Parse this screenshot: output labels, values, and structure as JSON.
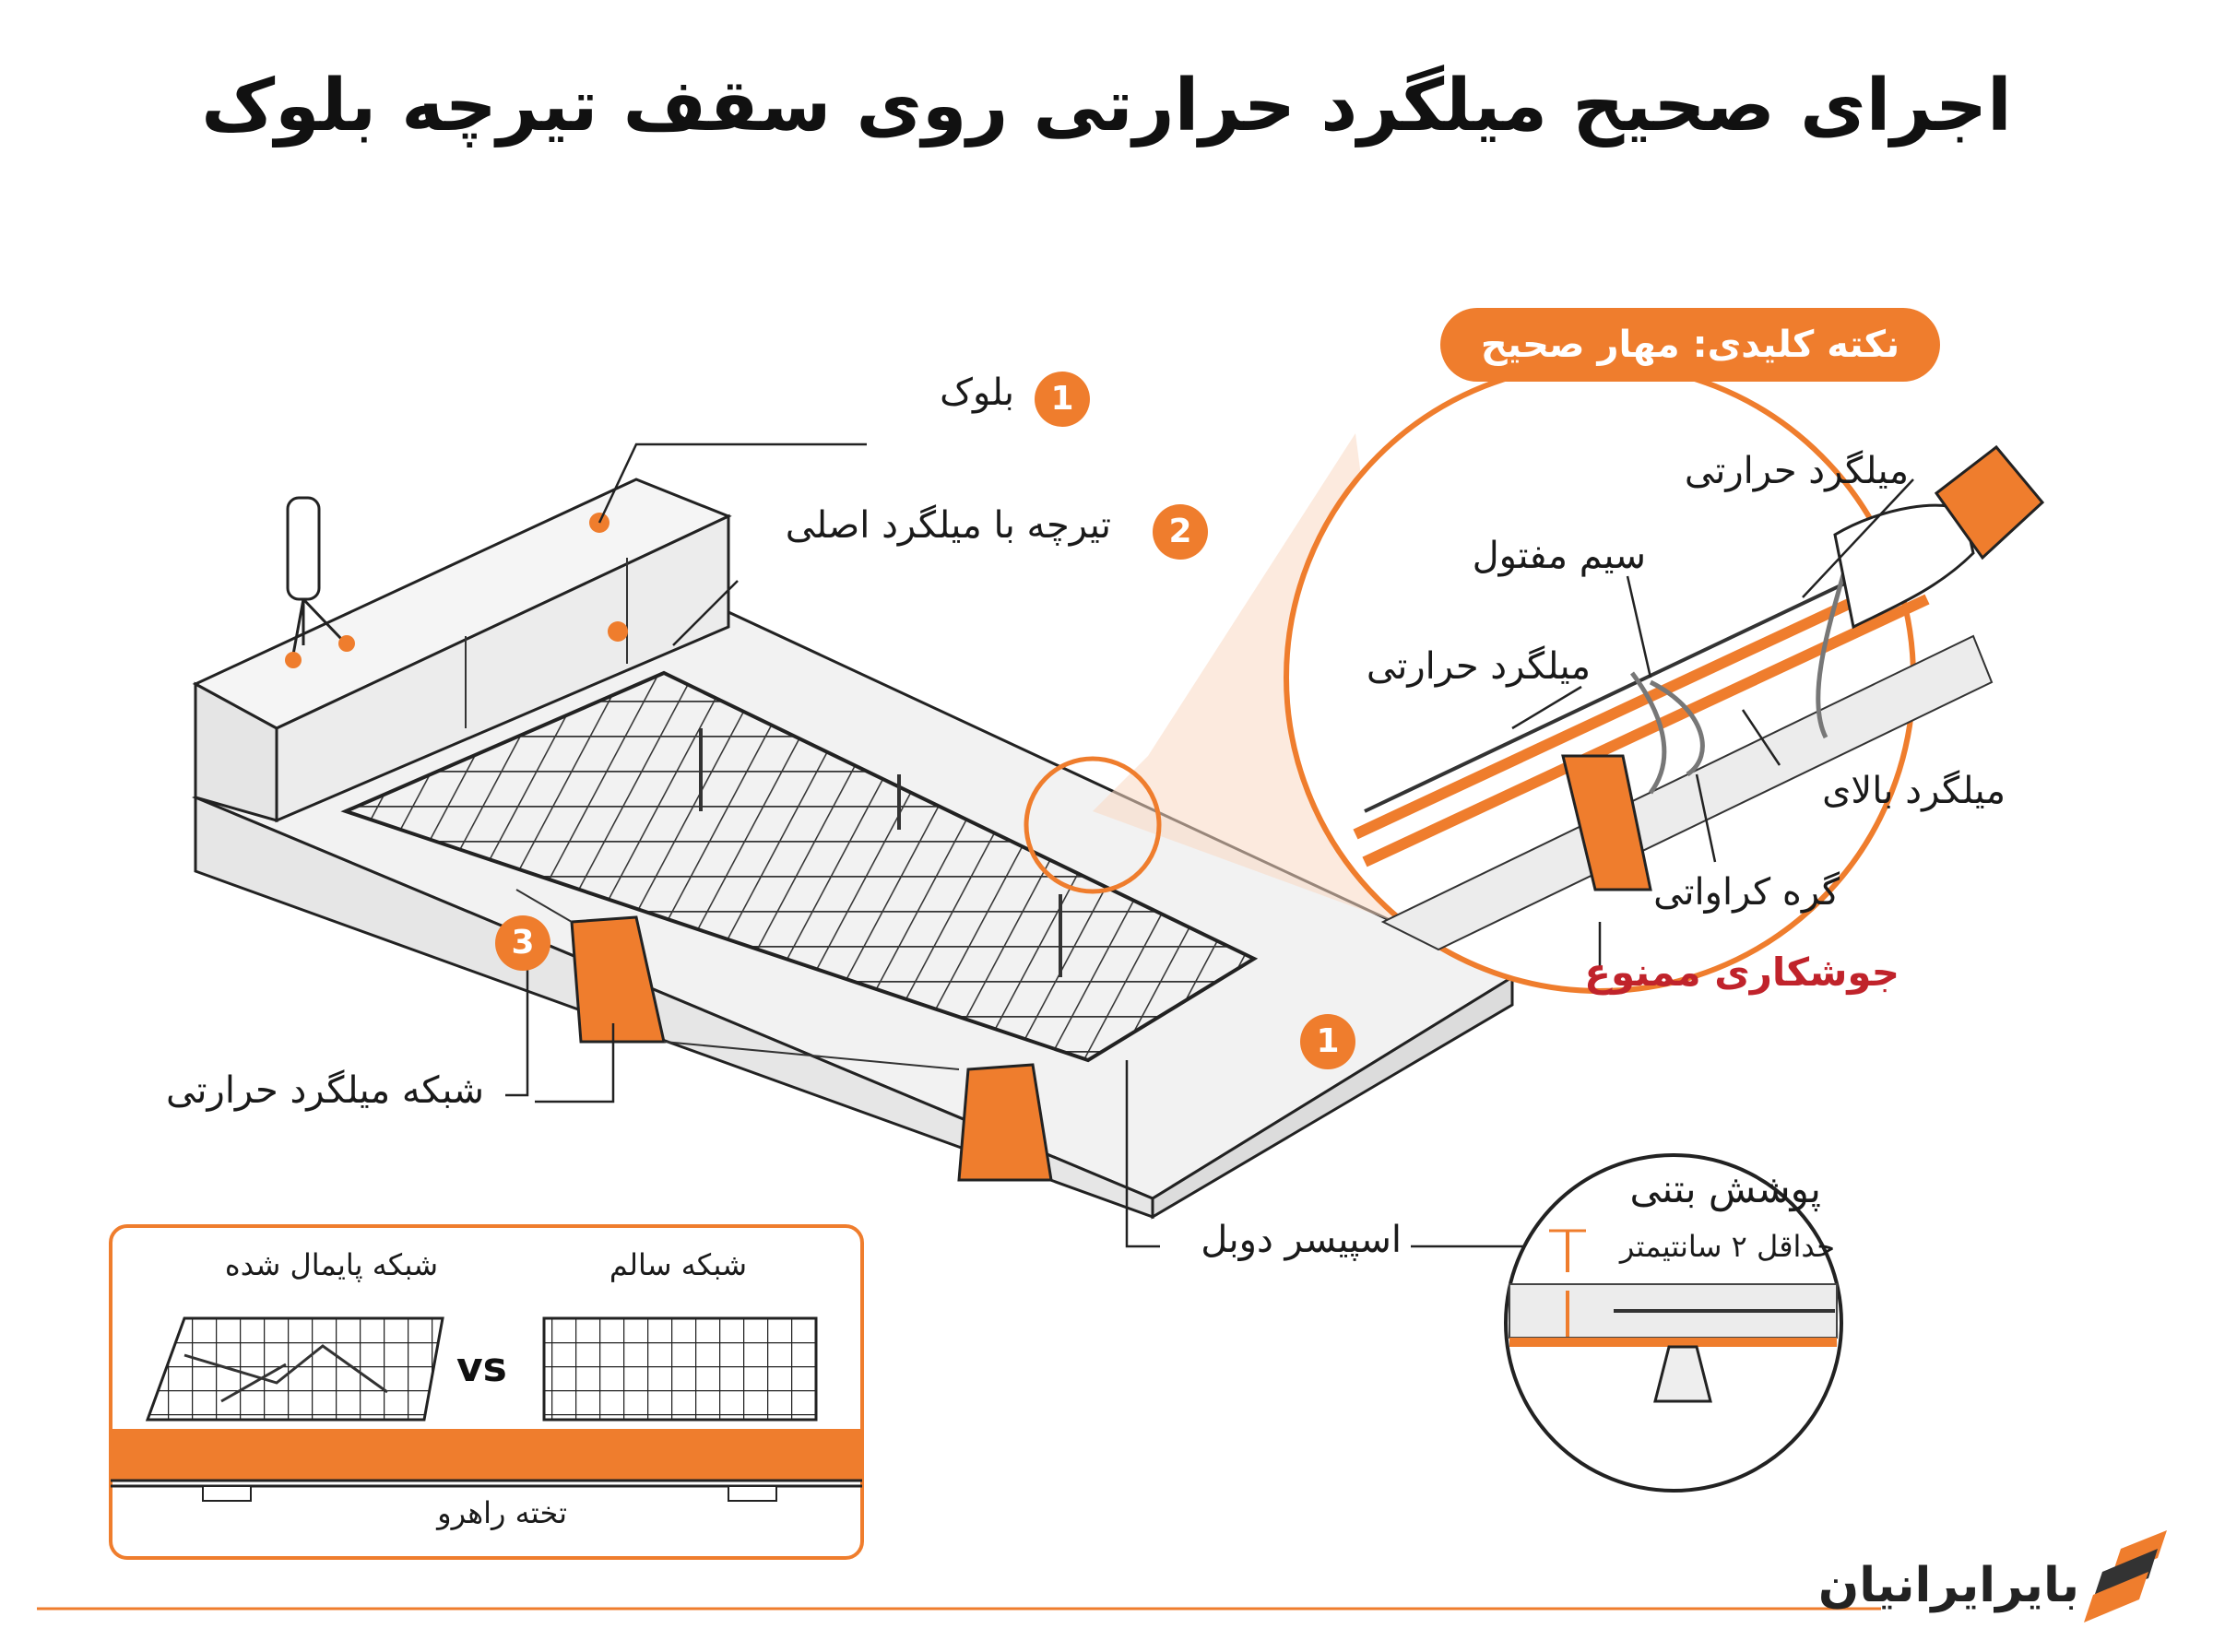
{
  "title": "اجرای صحیح میلگرد حرارتی روی سقف تیرچه بلوک",
  "labels": {
    "n1": "1",
    "block": "بلوک",
    "n2": "2",
    "joist": "تیرچه با میلگرد اصلی",
    "n3": "3",
    "mesh": "شبکه میلگرد حرارتی",
    "spacer": "اسپیسر دوبل",
    "n1b": "1"
  },
  "key_point": {
    "heading": "نکته کلیدی: مهار صحیح",
    "thermal_rebar_top": "میلگرد حرارتی",
    "tie_wire": "سیم مفتول",
    "thermal_rebar_left": "میلگرد حرارتی",
    "top_rebar": "میلگرد بالای",
    "knot": "گره کراواتی",
    "no_welding": "جوشکاری ممنوع"
  },
  "cover": {
    "title": "پوشش  بتنی",
    "subtitle": "حداقل ۲ سانتیمتر"
  },
  "comparison": {
    "damaged": "شبکه پایمال شده",
    "vs": "vs",
    "healthy": "شبکه سالم",
    "walkway": "تخته راهرو"
  },
  "brand": "بایرایرانیان",
  "colors": {
    "accent": "#ef7d2d",
    "danger": "#c0232b",
    "line": "#222222",
    "concrete": "#ececec"
  }
}
